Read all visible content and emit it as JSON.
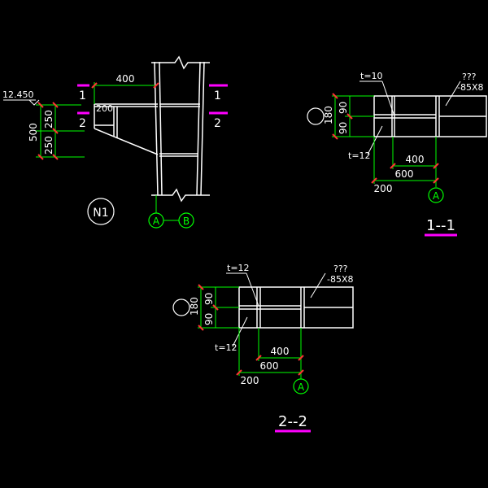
{
  "colors": {
    "background": "#000000",
    "line": "#ffffff",
    "dimension": "#00ff00",
    "axis": "#00ff00",
    "section_mark": "#ff00ff",
    "tick": "#ff3333",
    "dim_text": "#ffffff"
  },
  "elevation": {
    "level_label": "12.450",
    "dim_400": "400",
    "dim_200": "200",
    "dim_500": "500",
    "dim_250_top": "250",
    "dim_250_bottom": "250",
    "cut1_left": "1",
    "cut1_right": "1",
    "cut2_left": "2",
    "cut2_right": "2",
    "node_label": "N1",
    "axis_a": "A",
    "axis_b": "B"
  },
  "section_1": {
    "title": "1--1",
    "stiffener_label": "t=10",
    "plate_label": "t=12",
    "callout_qmarks": "???",
    "callout_size": "-85X8",
    "dim_180": "180",
    "dim_90_top": "90",
    "dim_90_bottom": "90",
    "dim_400": "400",
    "dim_600": "600",
    "dim_200": "200",
    "axis_a": "A"
  },
  "section_2": {
    "title": "2--2",
    "stiffener_label": "t=12",
    "plate_label": "t=12",
    "callout_qmarks": "???",
    "callout_size": "-85X8",
    "dim_180": "180",
    "dim_90_top": "90",
    "dim_90_bottom": "90",
    "dim_400": "400",
    "dim_600": "600",
    "dim_200": "200",
    "axis_a": "A"
  }
}
